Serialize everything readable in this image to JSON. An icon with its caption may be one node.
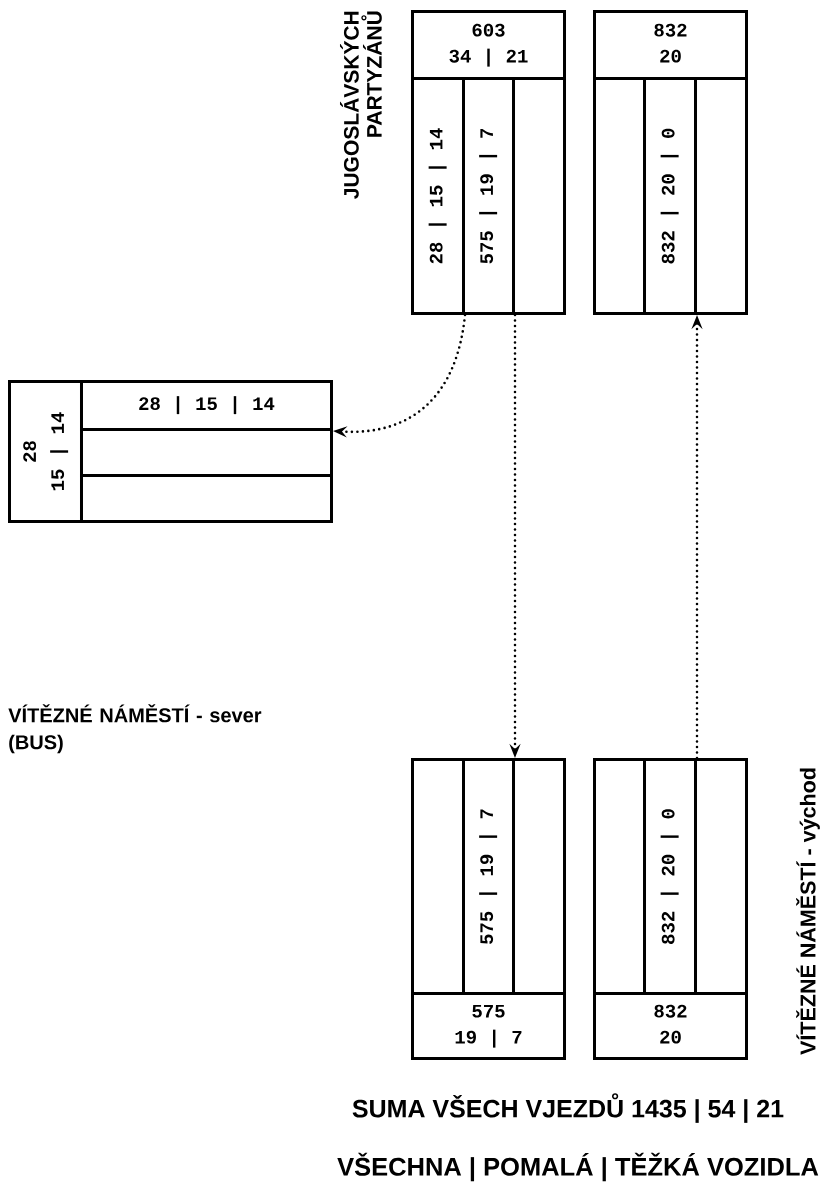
{
  "diagram": {
    "nodes": [
      {
        "text": [],
        "shape": "box"
      },
      {
        "text": [
          "603",
          "34 | 21"
        ],
        "in": 0
      },
      {
        "text": [
          "28 | 15 | 14"
        ],
        "in": 0
      },
      {
        "text": [
          "575 | 19 | 7"
        ],
        "in": 0
      },
      {
        "text": [],
        "shape": "box",
        "in": 0
      },
      {
        "text": [],
        "shape": "box"
      },
      {
        "text": [
          "832",
          "20"
        ],
        "in": 5
      },
      {
        "text": [],
        "shape": "box",
        "in": 5
      },
      {
        "text": [
          "832 | 20 | 0"
        ],
        "in": 5
      },
      {
        "text": [],
        "shape": "box",
        "in": 5
      },
      {
        "text": [],
        "shape": "box"
      },
      {
        "text": [
          "28",
          "15 | 14"
        ],
        "in": 10
      },
      {
        "text": [
          "28 | 15 | 14"
        ],
        "in": 10
      },
      {
        "text": [],
        "shape": "box",
        "in": 10
      },
      {
        "text": [],
        "shape": "box",
        "in": 10
      },
      {
        "text": [],
        "shape": "box"
      },
      {
        "text": [],
        "shape": "box",
        "in": 15
      },
      {
        "text": [
          "575 | 19 | 7"
        ],
        "in": 15
      },
      {
        "text": [],
        "shape": "box",
        "in": 15
      },
      {
        "text": [
          "575",
          "19 | 7"
        ],
        "in": 15
      },
      {
        "text": [],
        "shape": "box"
      },
      {
        "text": [],
        "shape": "box",
        "in": 20
      },
      {
        "text": [
          "832 | 20 | 0"
        ],
        "in": 20
      },
      {
        "text": [],
        "shape": "box",
        "in": 20
      },
      {
        "text": [
          "832",
          "20"
        ],
        "in": 20
      }
    ],
    "edges": [
      {
        "from": 2,
        "to": 12,
        "arrow": "to"
      },
      {
        "from": 3,
        "to": 17,
        "arrow": "to"
      },
      {
        "from": 22,
        "to": 8,
        "arrow": "to"
      }
    ],
    "labels": [
      "JUGOSLÁVSKÝCH PARTYZÁNŮ",
      "VÍTĚZNÉ NÁMĚSTÍ - sever (BUS)",
      "VÍTĚZNÉ NÁMĚSTÍ - východ",
      "SUMA VŠECH VJEZDŮ  1435 | 54 | 21",
      "VŠECHNA | POMALÁ | TĚŽKÁ VOZIDLA"
    ]
  }
}
